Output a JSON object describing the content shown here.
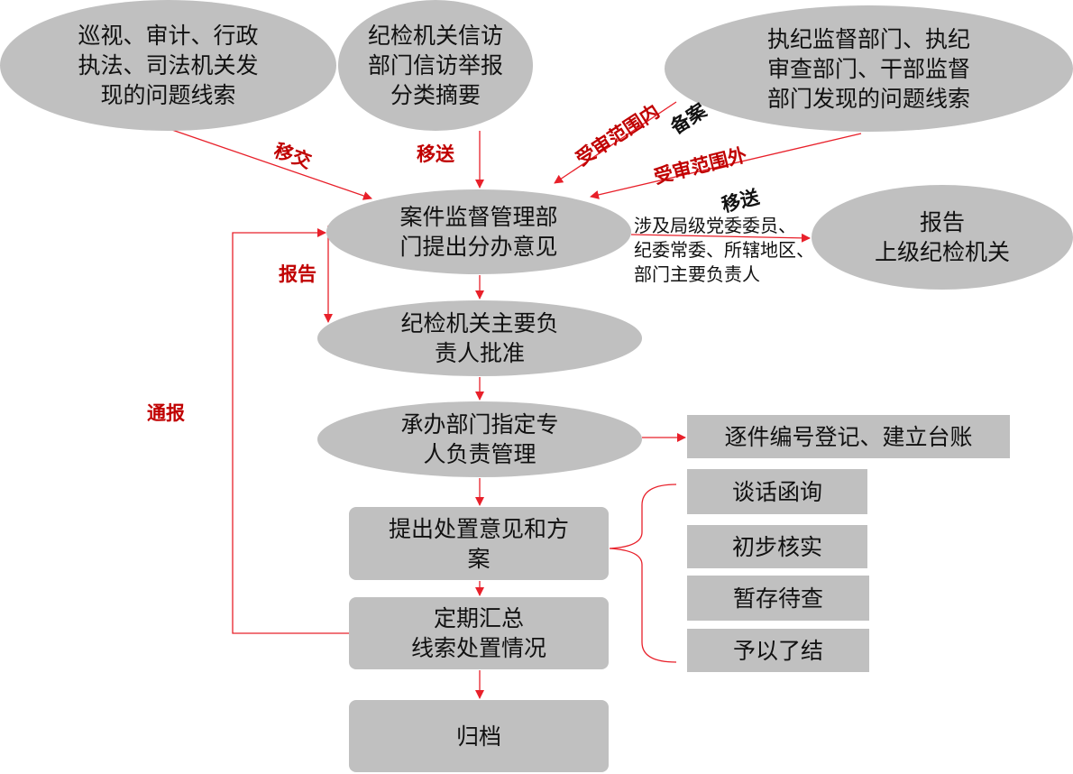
{
  "nodes": {
    "source_inspection": "巡视、审计、行政\n执法、司法机关发\n现的问题线索",
    "source_petition": "纪检机关信访\n部门信访举报\n分类摘要",
    "source_supervision": "执纪监督部门、执纪\n审查部门、干部监督\n部门发现的问题线索",
    "case_management": "案件监督管理部\n门提出分办意见",
    "report_superior": "报告\n上级纪检机关",
    "leader_approval": "纪检机关主要负\n责人批准",
    "undertaking_dept": "承办部门指定专\n人负责管理",
    "registration": "逐件编号登记、建立台账",
    "disposal_plan": "提出处置意见和方\n案",
    "periodic_summary": "定期汇总\n线索处置情况",
    "archive": "归档",
    "options": [
      "谈话函询",
      "初步核实",
      "暂存待查",
      "予以了结"
    ]
  },
  "labels": {
    "transfer": "移交",
    "send": "移送",
    "within_scope": "受审范围内",
    "filing": "备案",
    "outside_scope": "受审范围外",
    "send2": "移送",
    "report": "报告",
    "notify": "通报",
    "condition": "涉及局级党委委员、\n纪委常委、所辖地区、\n部门主要负责人"
  },
  "colors": {
    "node": "#c0c0c0",
    "arrow": "#e8202a",
    "label": "#c00000"
  }
}
